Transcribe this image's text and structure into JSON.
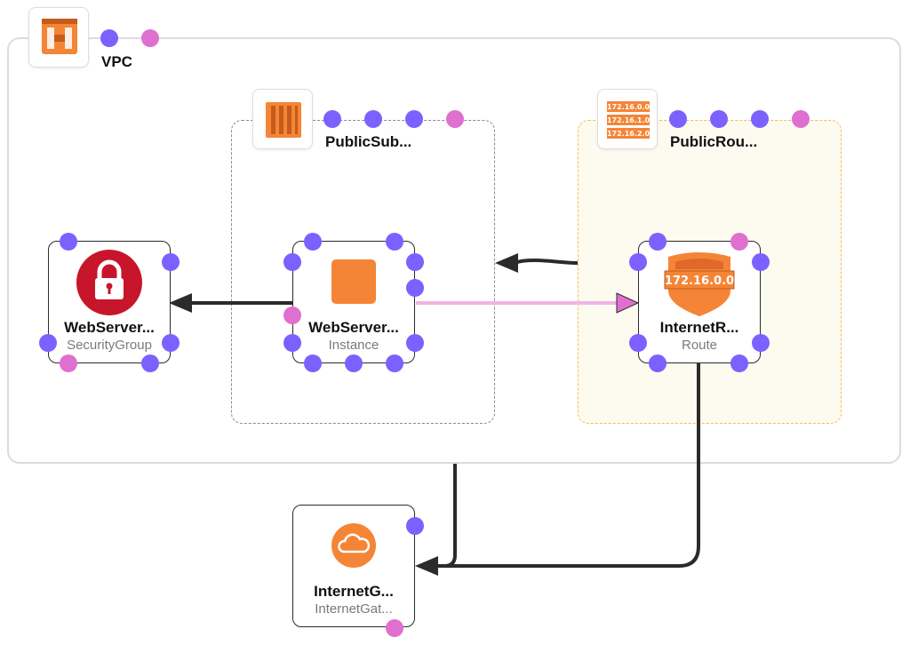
{
  "colors": {
    "port_default": "#7b61ff",
    "port_selected": "#df70cf",
    "edge": "#2b2b2b",
    "edge_highlight": "#f0b4e4",
    "aws_orange": "#f58536",
    "security_red": "#c7162b",
    "route_table_fill": "#fdfaf0",
    "route_table_border": "#f2c14e"
  },
  "containers": {
    "vpc": {
      "label": "VPC",
      "icon": "vpc-icon"
    },
    "subnet": {
      "label": "PublicSub...",
      "icon": "subnet-icon"
    },
    "route_table": {
      "label": "PublicRou...",
      "icon": "route-table-icon",
      "icon_rows": [
        "172.16.0.0",
        "172.16.1.0",
        "172.16.2.0"
      ]
    }
  },
  "nodes": {
    "security_group": {
      "title": "WebServer...",
      "subtitle": "SecurityGroup",
      "icon": "lock-icon"
    },
    "instance": {
      "title": "WebServer...",
      "subtitle": "Instance",
      "icon": "ec2-instance-icon"
    },
    "route": {
      "title": "InternetR...",
      "subtitle": "Route",
      "icon": "route-shield-icon",
      "badge": "172.16.0.0"
    },
    "internet_gateway": {
      "title": "InternetG...",
      "subtitle": "InternetGat...",
      "icon": "cloud-icon"
    }
  },
  "edges": [
    {
      "from": "instance",
      "to": "security_group"
    },
    {
      "from": "route_table",
      "to": "subnet"
    },
    {
      "from": "instance",
      "to": "route",
      "highlighted": true
    },
    {
      "from": "route",
      "to": "internet_gateway"
    },
    {
      "from": "vpc",
      "to": "internet_gateway"
    }
  ]
}
